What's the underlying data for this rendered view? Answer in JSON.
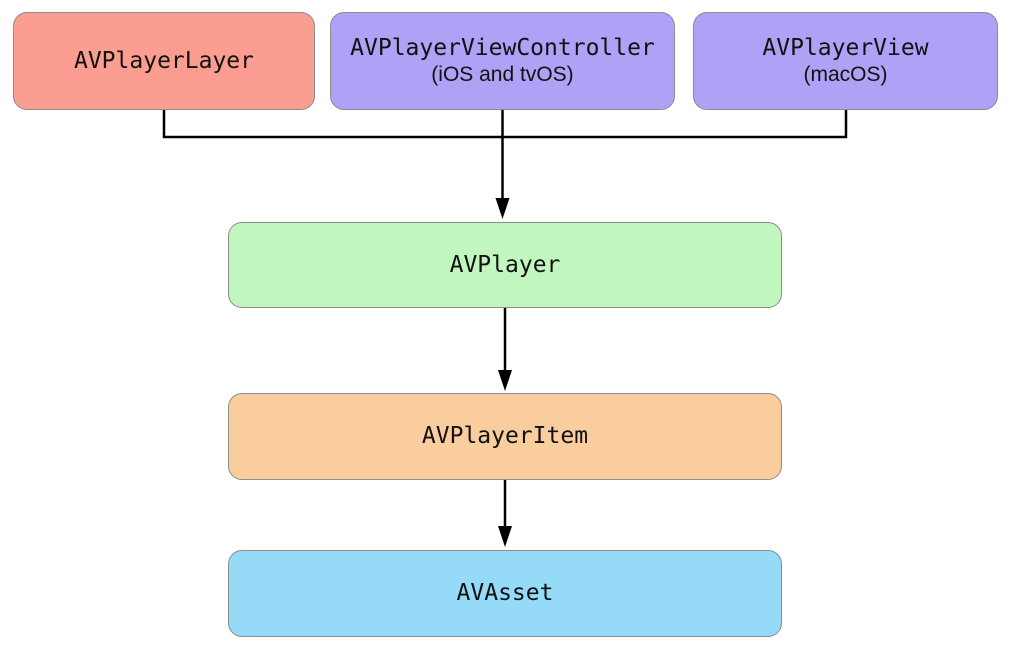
{
  "diagram": {
    "nodes": {
      "player_layer": {
        "label": "AVPlayerLayer",
        "sublabel": ""
      },
      "player_view_controller": {
        "label": "AVPlayerViewController",
        "sublabel": "(iOS and tvOS)"
      },
      "player_view": {
        "label": "AVPlayerView",
        "sublabel": "(macOS)"
      },
      "player": {
        "label": "AVPlayer",
        "sublabel": ""
      },
      "player_item": {
        "label": "AVPlayerItem",
        "sublabel": ""
      },
      "asset": {
        "label": "AVAsset",
        "sublabel": ""
      }
    },
    "colors": {
      "player_layer": "#fb9d91",
      "player_view_controller": "#ada2f6",
      "player_view": "#ada2f6",
      "player": "#c1f7bf",
      "player_item": "#facd9e",
      "asset": "#95dbf8",
      "node_border": "#8c8c8c",
      "connector": "#000000",
      "background": "#ffffff"
    }
  }
}
